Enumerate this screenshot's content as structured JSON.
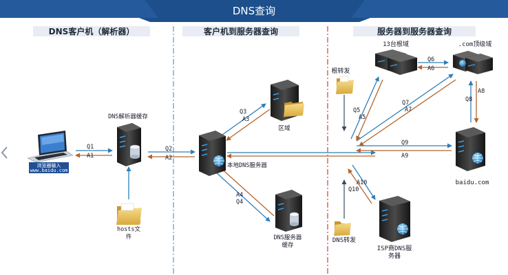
{
  "title": "DNS查询",
  "sections": {
    "client": "DNS客户机（解析器）",
    "client_to_server": "客户机到服务器查询",
    "server_to_server": "服务器到服务器查询"
  },
  "nodes": {
    "laptop_line1": "浏览器输入",
    "laptop_line2": "www.baidu.com",
    "resolver_cache": "DNS解析器缓存",
    "hosts_line1": "hosts文",
    "hosts_line2": "件",
    "zone": "区域",
    "local_dns": "本地DNS服务器",
    "dns_cache_line1": "DNS服务器",
    "dns_cache_line2": "缓存",
    "root_forward": "根转发",
    "root_servers": "13台根域",
    "com_tld": ".com顶级域",
    "baidu": "baidu.com",
    "dns_forward": "DNS转发",
    "isp_line1": "ISP商DNS服",
    "isp_line2": "务器"
  },
  "queries": {
    "q1": "Q1",
    "a1": "A1",
    "q2": "Q2",
    "a2": "A2",
    "q3": "Q3",
    "a3": "A3",
    "q4": "Q4",
    "a4": "A4",
    "q5": "Q5",
    "a5": "A5",
    "q6": "Q6",
    "a6": "A6",
    "q7": "Q7",
    "a7": "A7",
    "q8": "Q8",
    "a8": "A8",
    "q9": "Q9",
    "a9": "A9",
    "q10": "Q10",
    "a10": "A10"
  },
  "colors": {
    "banner": "#1c4f8c",
    "query_arrow": "#2c7fb8",
    "answer_arrow": "#b5652a",
    "divider_blue": "#3f7fb3",
    "divider_red": "#d23b3b",
    "section_bg": "#e9edf3"
  }
}
